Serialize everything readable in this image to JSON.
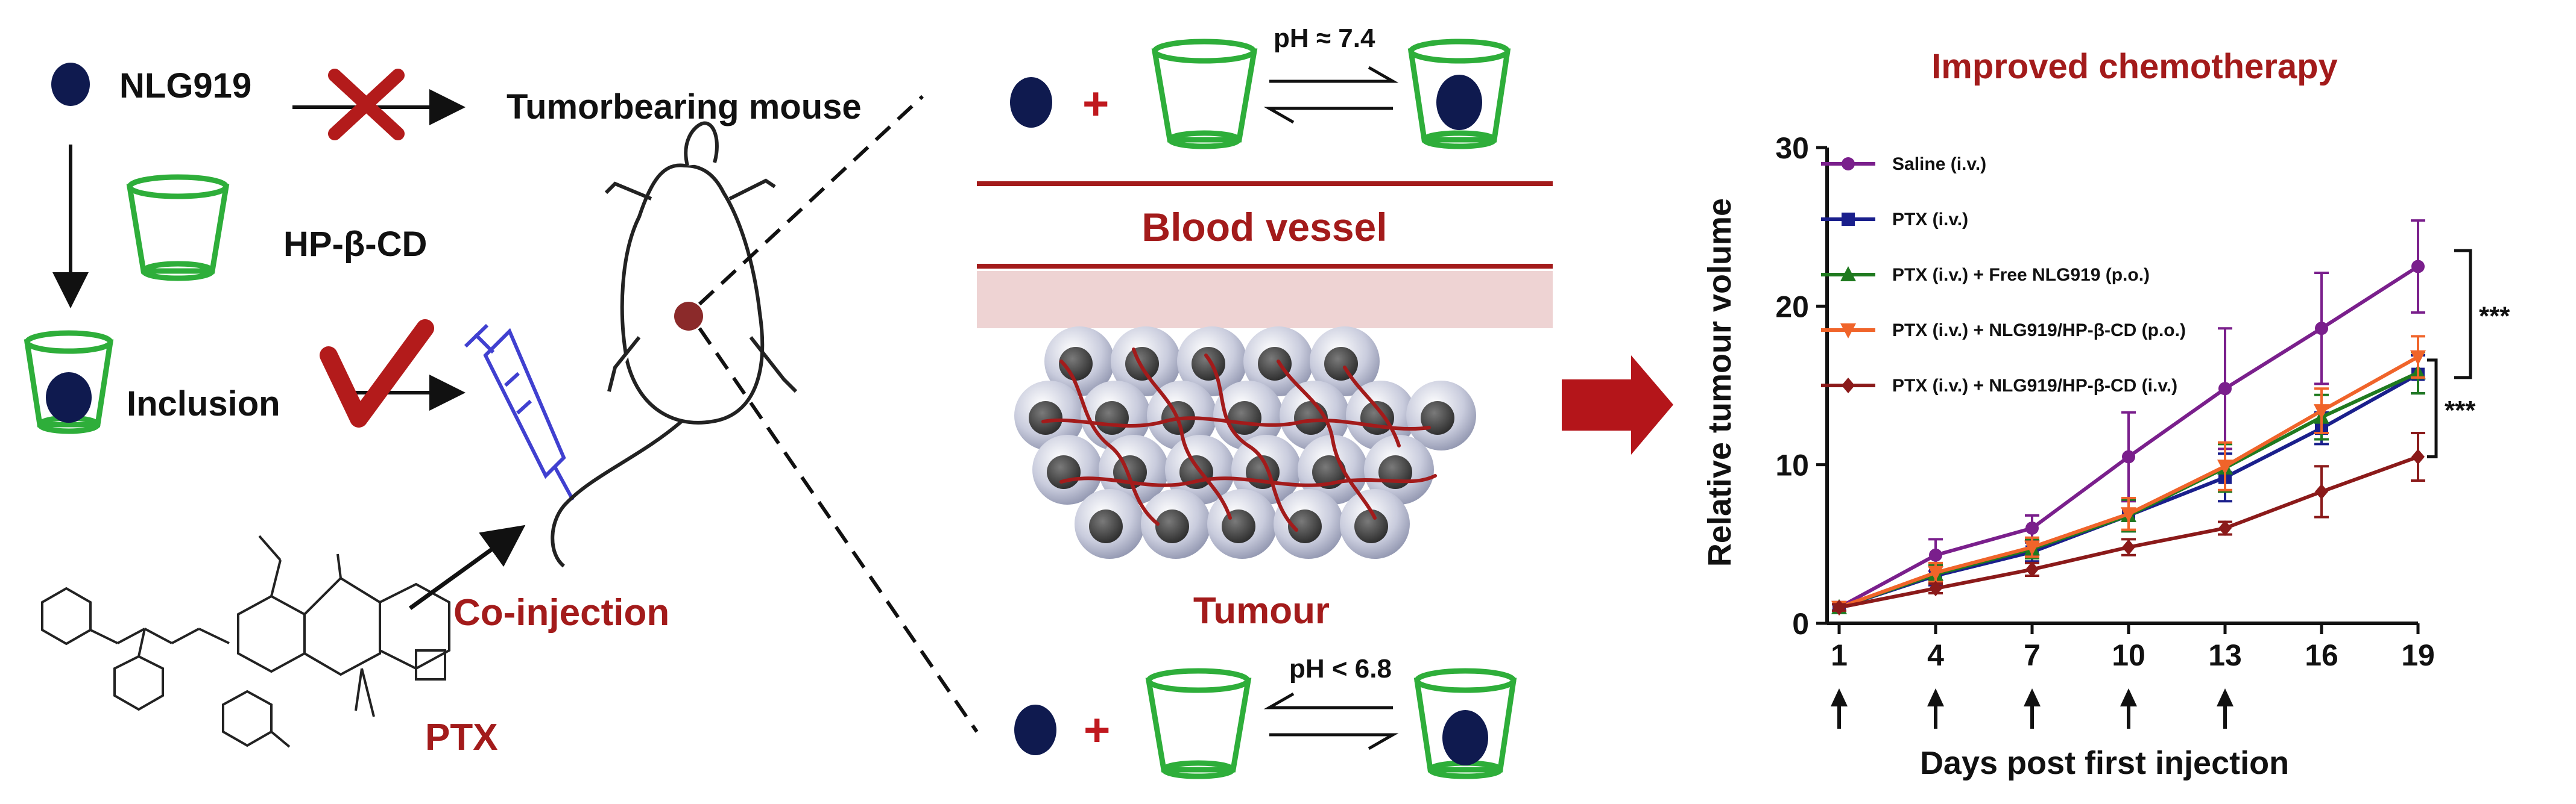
{
  "legend_left": {
    "nlg919": "NLG919",
    "tumor_mouse": "Tumorbearing mouse",
    "hpbcd": "HP-β-CD",
    "inclusion": "Inclusion",
    "coinjection": "Co-injection",
    "ptx": "PTX"
  },
  "middle": {
    "ph_top": "pH ≈ 7.4",
    "blood_vessel": "Blood vessel",
    "tumour": "Tumour",
    "ph_bottom": "pH < 6.8"
  },
  "colors": {
    "dark_red": "#a31b1b",
    "navy": "#0f1a4f",
    "green": "#2eae3a",
    "purple": "#7a1f8c",
    "blue": "#1a1f8c",
    "dkgreen": "#1f7a1f",
    "orange": "#f0642a",
    "maroon": "#8b1a1a"
  },
  "chart_data": {
    "type": "line",
    "title": "Improved chemotherapy",
    "xlabel": "Days post first injection",
    "ylabel": "Relative tumour volume",
    "x": [
      1,
      4,
      7,
      10,
      13,
      16,
      19
    ],
    "xticks": [
      "1",
      "4",
      "7",
      "10",
      "13",
      "16",
      "19"
    ],
    "yticks": [
      "0",
      "10",
      "20",
      "30"
    ],
    "ylim": [
      0,
      30
    ],
    "injection_days": [
      1,
      4,
      7,
      10,
      13
    ],
    "significance": [
      "***",
      "***"
    ],
    "series": [
      {
        "name": "Saline (i.v.)",
        "marker": "circle",
        "color": "#7a1f8c",
        "values": [
          1,
          4.3,
          6.0,
          10.5,
          14.8,
          18.6,
          22.5
        ],
        "err": [
          0.2,
          1.0,
          0.8,
          2.8,
          3.8,
          3.5,
          2.9
        ]
      },
      {
        "name": "PTX (i.v.)",
        "marker": "square",
        "color": "#1a1f8c",
        "values": [
          1,
          3.0,
          4.5,
          6.8,
          9.2,
          12.3,
          15.7
        ],
        "err": [
          0.2,
          0.6,
          0.6,
          1.0,
          1.5,
          1.0,
          1.2
        ]
      },
      {
        "name": "PTX (i.v.) + Free NLG919 (p.o.)",
        "marker": "triangle-up",
        "color": "#1f7a1f",
        "values": [
          1,
          3.1,
          4.7,
          6.8,
          9.8,
          13.0,
          15.8
        ],
        "err": [
          0.2,
          0.6,
          0.6,
          1.0,
          1.5,
          1.4,
          1.3
        ]
      },
      {
        "name": "PTX (i.v.) + NLG919/HP-β-CD (p.o.)",
        "marker": "triangle-down",
        "color": "#f0642a",
        "values": [
          1,
          3.2,
          4.8,
          6.9,
          9.9,
          13.4,
          16.8
        ],
        "err": [
          0.2,
          0.6,
          0.6,
          1.0,
          1.5,
          1.4,
          1.3
        ]
      },
      {
        "name": "PTX (i.v.) + NLG919/HP-β-CD (i.v.)",
        "marker": "diamond",
        "color": "#8b1a1a",
        "values": [
          1,
          2.2,
          3.4,
          4.8,
          6.0,
          8.3,
          10.5
        ],
        "err": [
          0.2,
          0.3,
          0.4,
          0.5,
          0.4,
          1.6,
          1.5
        ]
      }
    ]
  }
}
